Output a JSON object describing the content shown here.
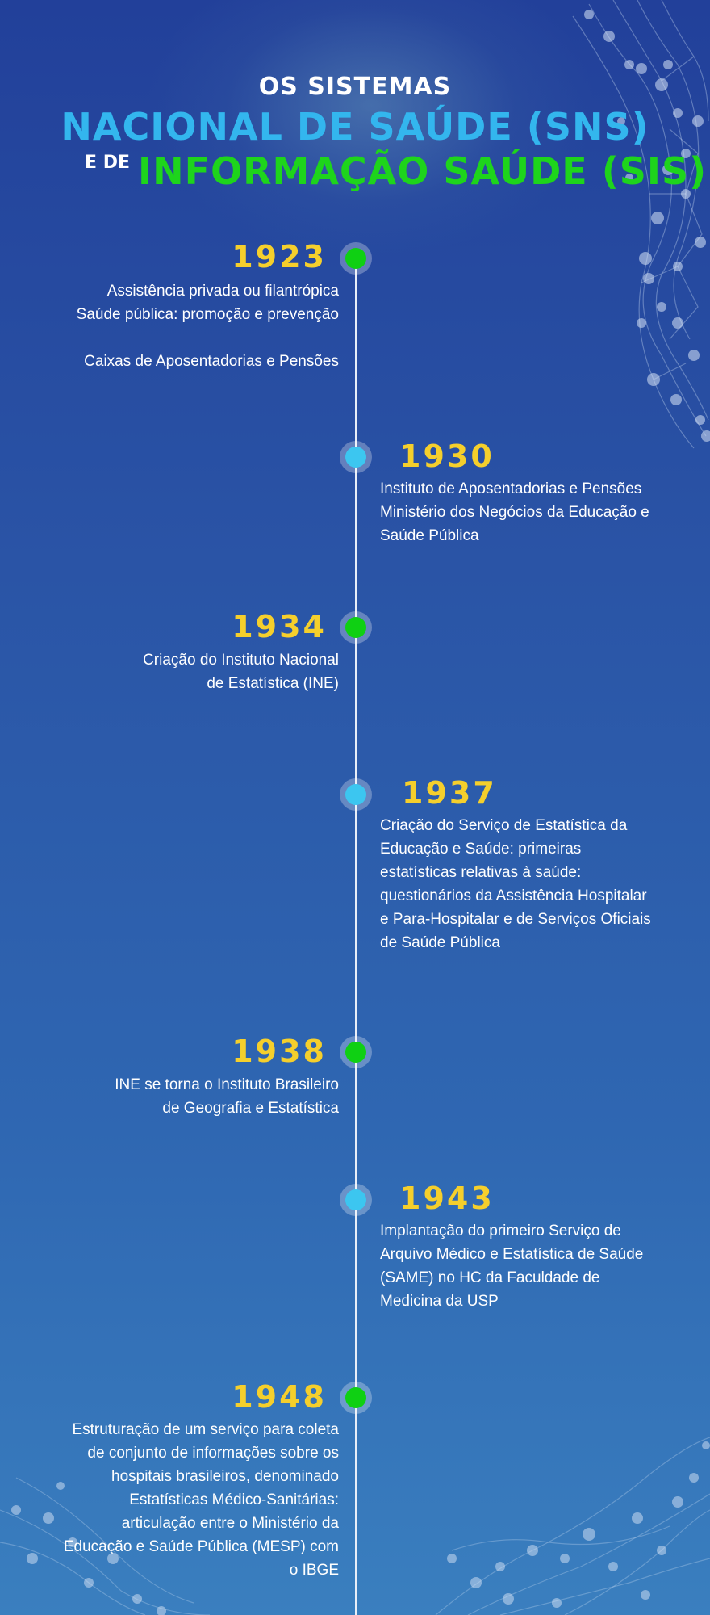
{
  "title": {
    "line1": "OS SISTEMAS",
    "line2": "NACIONAL DE SAÚDE (SNS)",
    "line3_prefix": "E DE",
    "line3_main": "INFORMAÇÃO SAÚDE (SIS)"
  },
  "colors": {
    "year": "#f5cf2c",
    "sns_title": "#33b6ee",
    "sis_title": "#1ed41c",
    "dot_green": "#0fd013",
    "dot_cyan": "#3cc6f0"
  },
  "events": [
    {
      "year": "1923",
      "lines": [
        "Assistência privada ou filantrópica",
        "Saúde pública: promoção e prevenção",
        "",
        "Caixas de Aposentadorias e Pensões"
      ]
    },
    {
      "year": "1930",
      "lines": [
        "Instituto de Aposentadorias e Pensões",
        "Ministério dos Negócios da Educação e",
        "Saúde Pública"
      ]
    },
    {
      "year": "1934",
      "lines": [
        "Criação do Instituto Nacional",
        "de Estatística (INE)"
      ]
    },
    {
      "year": "1937",
      "lines": [
        "Criação do Serviço de Estatística da",
        "Educação e Saúde: primeiras",
        "estatísticas relativas à saúde:",
        "questionários da Assistência Hospitalar",
        "e Para-Hospitalar e de Serviços Oficiais",
        "de Saúde Pública"
      ]
    },
    {
      "year": "1938",
      "lines": [
        "INE se torna o Instituto Brasileiro",
        "de Geografia e Estatística"
      ]
    },
    {
      "year": "1943",
      "lines": [
        "Implantação do primeiro Serviço de",
        "Arquivo Médico e Estatística de Saúde",
        "(SAME) no HC da Faculdade de",
        "Medicina da USP"
      ]
    },
    {
      "year": "1948",
      "lines": [
        "Estruturação de um serviço para coleta",
        "de conjunto de informações sobre os",
        "hospitais brasileiros, denominado",
        "Estatísticas Médico-Sanitárias:",
        "articulação entre o Ministério da",
        "Educação e Saúde Pública (MESP) com",
        "o IBGE"
      ]
    }
  ]
}
